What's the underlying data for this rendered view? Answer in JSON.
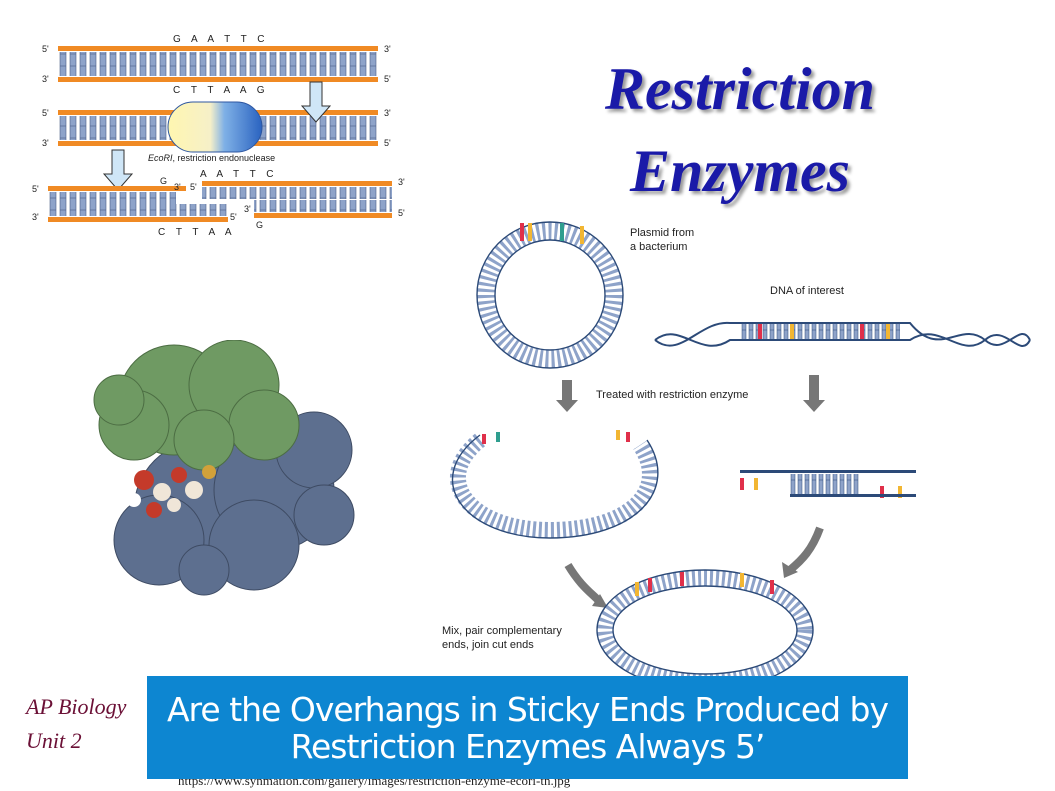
{
  "slide": {
    "title_line1": "Restriction",
    "title_line2": "Enzymes",
    "course_line1": "AP Biology",
    "course_line2": "Unit 2",
    "banner_line1": "Are the Overhangs in Sticky Ends Produced by",
    "banner_line2": "Restriction Enzymes Always 5’",
    "source_url": "https://www.synmation.com/gallery/images/restriction-enzyme-ecori-tn.jpg"
  },
  "ecori_diagram": {
    "top_seq": "G A A T T C",
    "bottom_seq": "C T T A A G",
    "enzyme_label_italic": "EcoRI",
    "enzyme_label_rest": ", restriction endonuclease",
    "cut_top_left": "G",
    "cut_top_right": "A A T T C",
    "cut_bottom_left": "C T T A A",
    "cut_bottom_right": "G",
    "end_5": "5'",
    "end_3": "3'"
  },
  "plasmid_diagram": {
    "plasmid_label_line1": "Plasmid from",
    "plasmid_label_line2": "a bacterium",
    "dna_label": "DNA of interest",
    "treated_label": "Treated with restriction enzyme",
    "mix_label_line1": "Mix, pair complementary",
    "mix_label_line2": "ends, join cut ends"
  },
  "colors": {
    "title": "#1a1aa8",
    "banner": "#0d86d1",
    "course": "#6b1036",
    "strand": "#f08a24",
    "rung": "#8ea3c9",
    "protein_green": "#6f9a63",
    "protein_blue": "#5d6f8f"
  }
}
